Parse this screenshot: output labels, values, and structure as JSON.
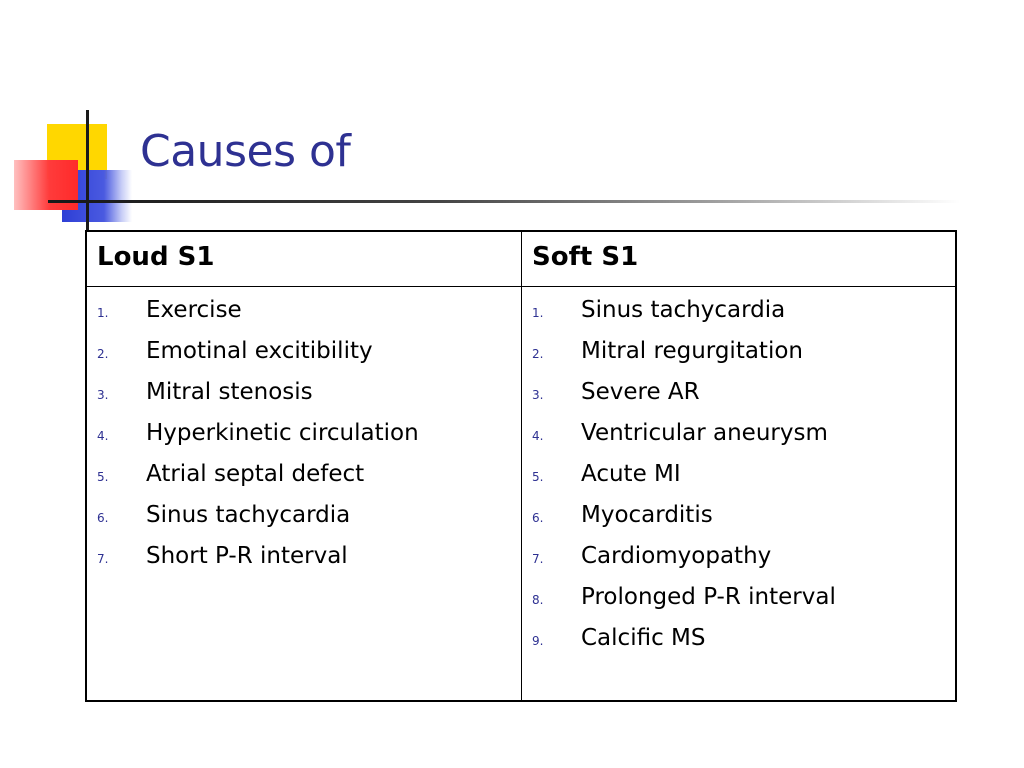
{
  "title": "Causes of",
  "table": {
    "headers": [
      "Loud S1",
      "Soft S1"
    ],
    "loud_s1": [
      {
        "num": "1.",
        "text": "Exercise"
      },
      {
        "num": "2.",
        "text": "Emotinal excitibility"
      },
      {
        "num": "3.",
        "text": "Mitral stenosis"
      },
      {
        "num": "4.",
        "text": "Hyperkinetic circulation"
      },
      {
        "num": "5.",
        "text": "Atrial septal defect"
      },
      {
        "num": "6.",
        "text": "Sinus tachycardia"
      },
      {
        "num": "7.",
        "text": "Short P-R interval"
      }
    ],
    "soft_s1": [
      {
        "num": "1.",
        "text": "Sinus tachycardia"
      },
      {
        "num": "2.",
        "text": "Mitral regurgitation"
      },
      {
        "num": "3.",
        "text": "Severe AR"
      },
      {
        "num": "4.",
        "text": "Ventricular aneurysm"
      },
      {
        "num": "5.",
        "text": "Acute MI"
      },
      {
        "num": "6.",
        "text": "Myocarditis"
      },
      {
        "num": "7.",
        "text": "Cardiomyopathy"
      },
      {
        "num": "8.",
        "text": "Prolonged P-R interval"
      },
      {
        "num": "9.",
        "text": "Calcific MS"
      }
    ]
  },
  "colors": {
    "title": "#2e3192",
    "list_number": "#2e3192",
    "accent_yellow": "#ffd700",
    "accent_blue": "#2e3fd6",
    "accent_red": "#ff2a2a"
  }
}
